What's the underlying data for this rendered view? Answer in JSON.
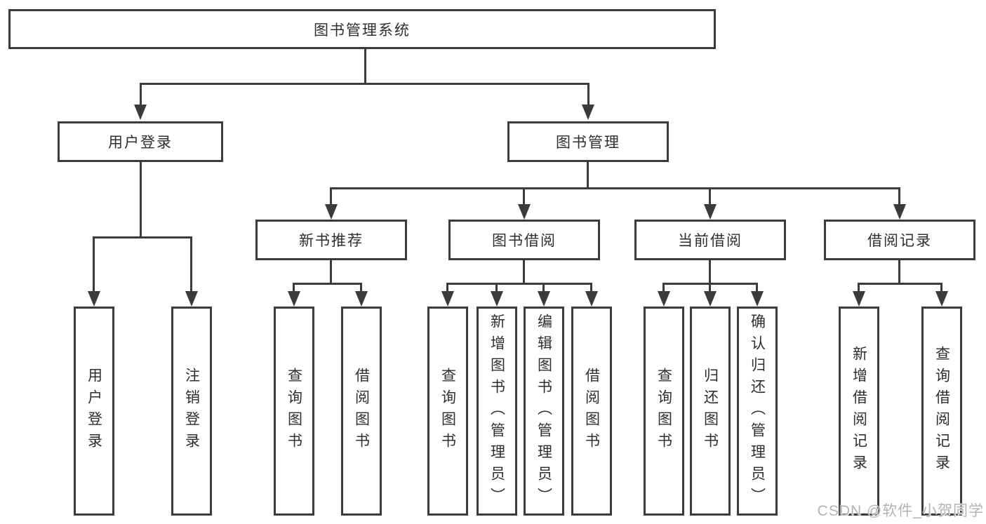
{
  "diagram": {
    "root": {
      "label": "图书管理系统"
    },
    "level2": [
      {
        "label": "用户登录"
      },
      {
        "label": "图书管理"
      }
    ],
    "level3": [
      {
        "label": "新书推荐"
      },
      {
        "label": "图书借阅"
      },
      {
        "label": "当前借阅"
      },
      {
        "label": "借阅记录"
      }
    ],
    "leaves": [
      {
        "label": "用户登录"
      },
      {
        "label": "注销登录"
      },
      {
        "label": "查询图书"
      },
      {
        "label": "借阅图书"
      },
      {
        "label": "查询图书"
      },
      {
        "label": "新增图书（管理员）"
      },
      {
        "label": "编辑图书（管理员）"
      },
      {
        "label": "借阅图书"
      },
      {
        "label": "查询图书"
      },
      {
        "label": "归还图书"
      },
      {
        "label": "确认归还（管理员）"
      },
      {
        "label": "新增借阅记录"
      },
      {
        "label": "查询借阅记录"
      }
    ]
  },
  "watermark": {
    "text": "CSDN @软件_小贺同学"
  },
  "colors": {
    "line": "#3b3b3b",
    "text": "#2e2e2e",
    "background": "#ffffff",
    "watermark": "#b0b3b8"
  }
}
